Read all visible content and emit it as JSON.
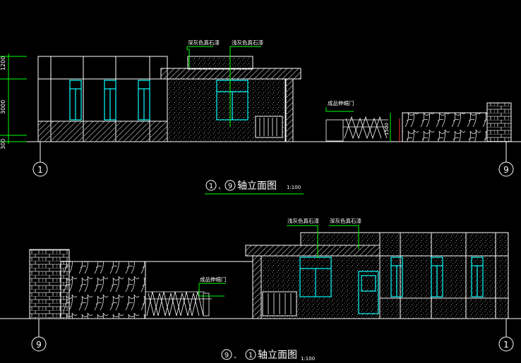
{
  "colors": {
    "background": "#000000",
    "line": "#ffffff",
    "window": "#00ffff",
    "leader": "#00ff00",
    "accent_red": "#ff3030",
    "hatch": "#bfbfbf"
  },
  "elevation_top": {
    "title_axis_a": "1",
    "title_sep": "、",
    "title_axis_b": "9",
    "title_text": "轴立面图",
    "scale": "1:100",
    "callout_left": "深灰色真石漆",
    "callout_right": "浅灰色真石漆",
    "callout_door": "成品伸缩门",
    "axis_left": "1",
    "axis_right": "9",
    "dim_1": "1200",
    "dim_2": "3000",
    "dim_3": "300",
    "gate_height": "1500"
  },
  "elevation_bottom": {
    "title_axis_a": "9",
    "title_sep": "、",
    "title_axis_b": "1",
    "title_text": "轴立面图",
    "scale": "1:100",
    "callout_left": "浅灰色真石漆",
    "callout_right": "深灰色真石漆",
    "callout_door": "成品伸缩门",
    "axis_left": "9",
    "axis_right": "1"
  }
}
